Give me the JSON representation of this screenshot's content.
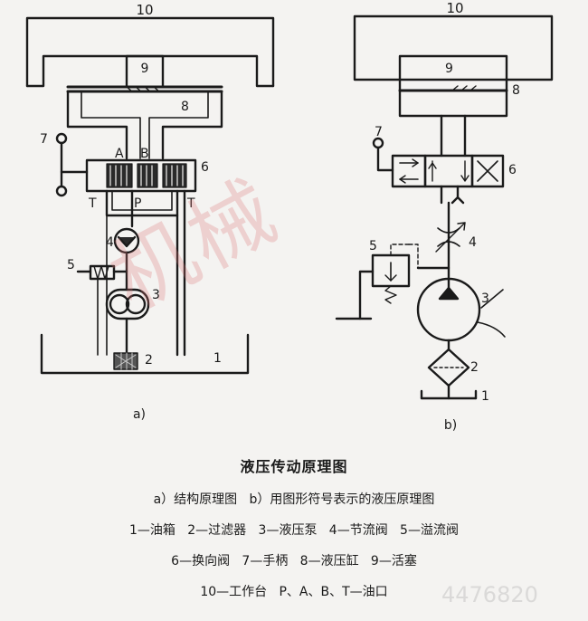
{
  "diagram_a": {
    "label_10": "10",
    "label_9": "9",
    "label_8": "8",
    "label_7": "7",
    "label_6": "6",
    "label_5": "5",
    "label_4": "4",
    "label_3": "3",
    "label_2": "2",
    "label_1": "1",
    "port_A": "A",
    "port_B": "B",
    "port_P": "P",
    "port_T_left": "T",
    "port_T_right": "T",
    "caption": "a)"
  },
  "diagram_b": {
    "label_10": "10",
    "label_9": "9",
    "label_8": "8",
    "label_7": "7",
    "label_6": "6",
    "label_5": "5",
    "label_4": "4",
    "label_3": "3",
    "label_2": "2",
    "label_1": "1",
    "caption": "b)"
  },
  "captions": {
    "title": "液压传动原理图",
    "subtitle": "a）结构原理图   b）用图形符号表示的液压原理图",
    "line1": "1—油箱   2—过滤器   3—液压泵   4—节流阀   5—溢流阀",
    "line2": "6—换向阀   7—手柄   8—液压缸   9—活塞",
    "line3": "10—工作台   P、A、B、T—油口"
  },
  "watermark": {
    "text": "机械",
    "site": "",
    "number": "4476820"
  },
  "colors": {
    "line": "#1a1a1a",
    "watermark": "#dc7878",
    "background": "#f4f3f1"
  }
}
